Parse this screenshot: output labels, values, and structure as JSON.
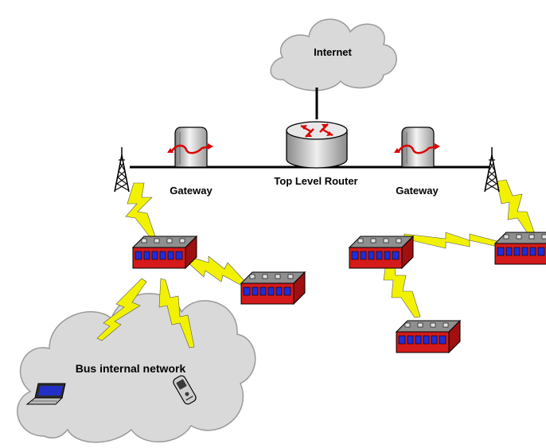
{
  "labels": {
    "internet": "Internet",
    "router": "Top Level Router",
    "gateway_left": "Gateway",
    "gateway_right": "Gateway",
    "bus_network": "Bus internal network"
  },
  "colors": {
    "cloud_fill": "#d9d9d9",
    "cloud_stroke": "#9a9a9a",
    "bus_body": "#d41a1a",
    "bus_window": "#1e2fd8",
    "bus_roof": "#8f8f8f",
    "wireless": "#f2f200",
    "wire": "#000000"
  }
}
